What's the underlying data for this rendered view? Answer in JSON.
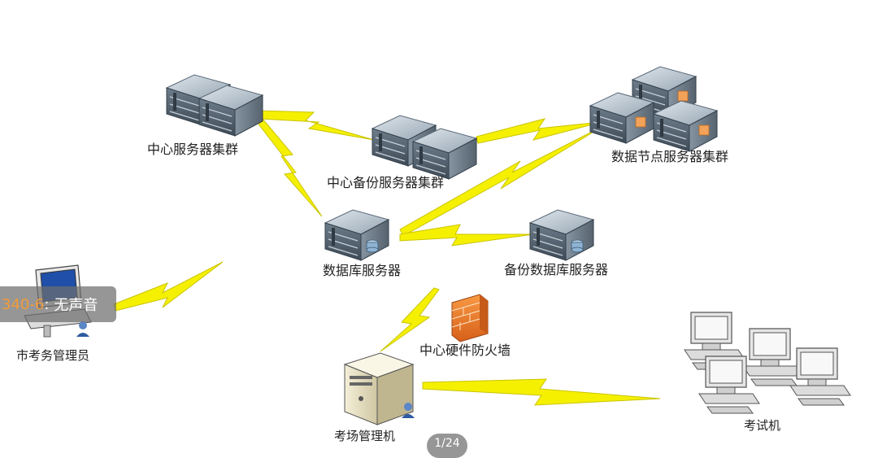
{
  "labels": {
    "center_cluster": "中心服务器集群",
    "backup_cluster": "中心备份服务器集群",
    "data_node_cluster": "数据节点服务器集群",
    "db_server": "数据库服务器",
    "backup_db_server": "备份数据库服务器",
    "firewall": "中心硬件防火墙",
    "city_admin": "市考务管理员",
    "site_admin": "考场管理机",
    "exam_machines": "考试机"
  },
  "overlay": {
    "code": "340-6",
    "separator": ":",
    "status": "无声音"
  },
  "pager": {
    "text": "1/24"
  },
  "colors": {
    "lightning": "#f5f000",
    "lightning_edge": "#c9c400",
    "server_dark": "#5b6a78",
    "server_light": "#a9b6c2",
    "firewall": "#f07a1e"
  }
}
